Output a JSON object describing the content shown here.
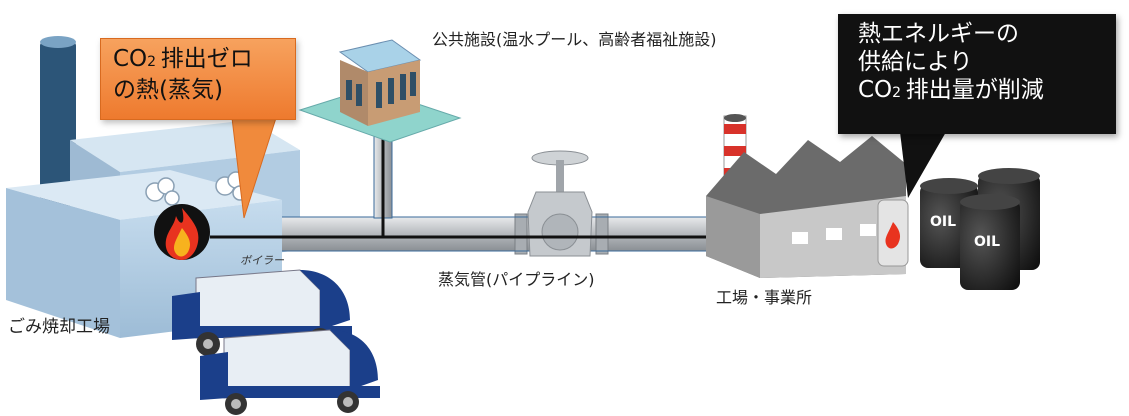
{
  "labels": {
    "incinerator": "ごみ焼却工場",
    "pipe": "蒸気管(パイプライン)",
    "factory": "工場・事業所",
    "public_facility": "公共施設(温水プール、高齢者福祉施設)",
    "boiler": "ボイラー"
  },
  "callouts": {
    "orange": {
      "line1_a": "CO",
      "line1_sub": "2",
      "line1_b": "排出ゼロ",
      "line2": "の熱(蒸気)"
    },
    "black": {
      "line1": "熱エネルギーの",
      "line2": "供給により",
      "line3_a": "CO",
      "line3_sub": "2",
      "line3_b": "排出量が削減"
    }
  },
  "barrels": {
    "label": "OIL"
  },
  "colors": {
    "orange_callout": "#f08a3c",
    "black_callout": "#111111",
    "building": "#a9c4dc",
    "pipe": "#b8bcc0",
    "chimney_stripe": "#d8322a"
  }
}
